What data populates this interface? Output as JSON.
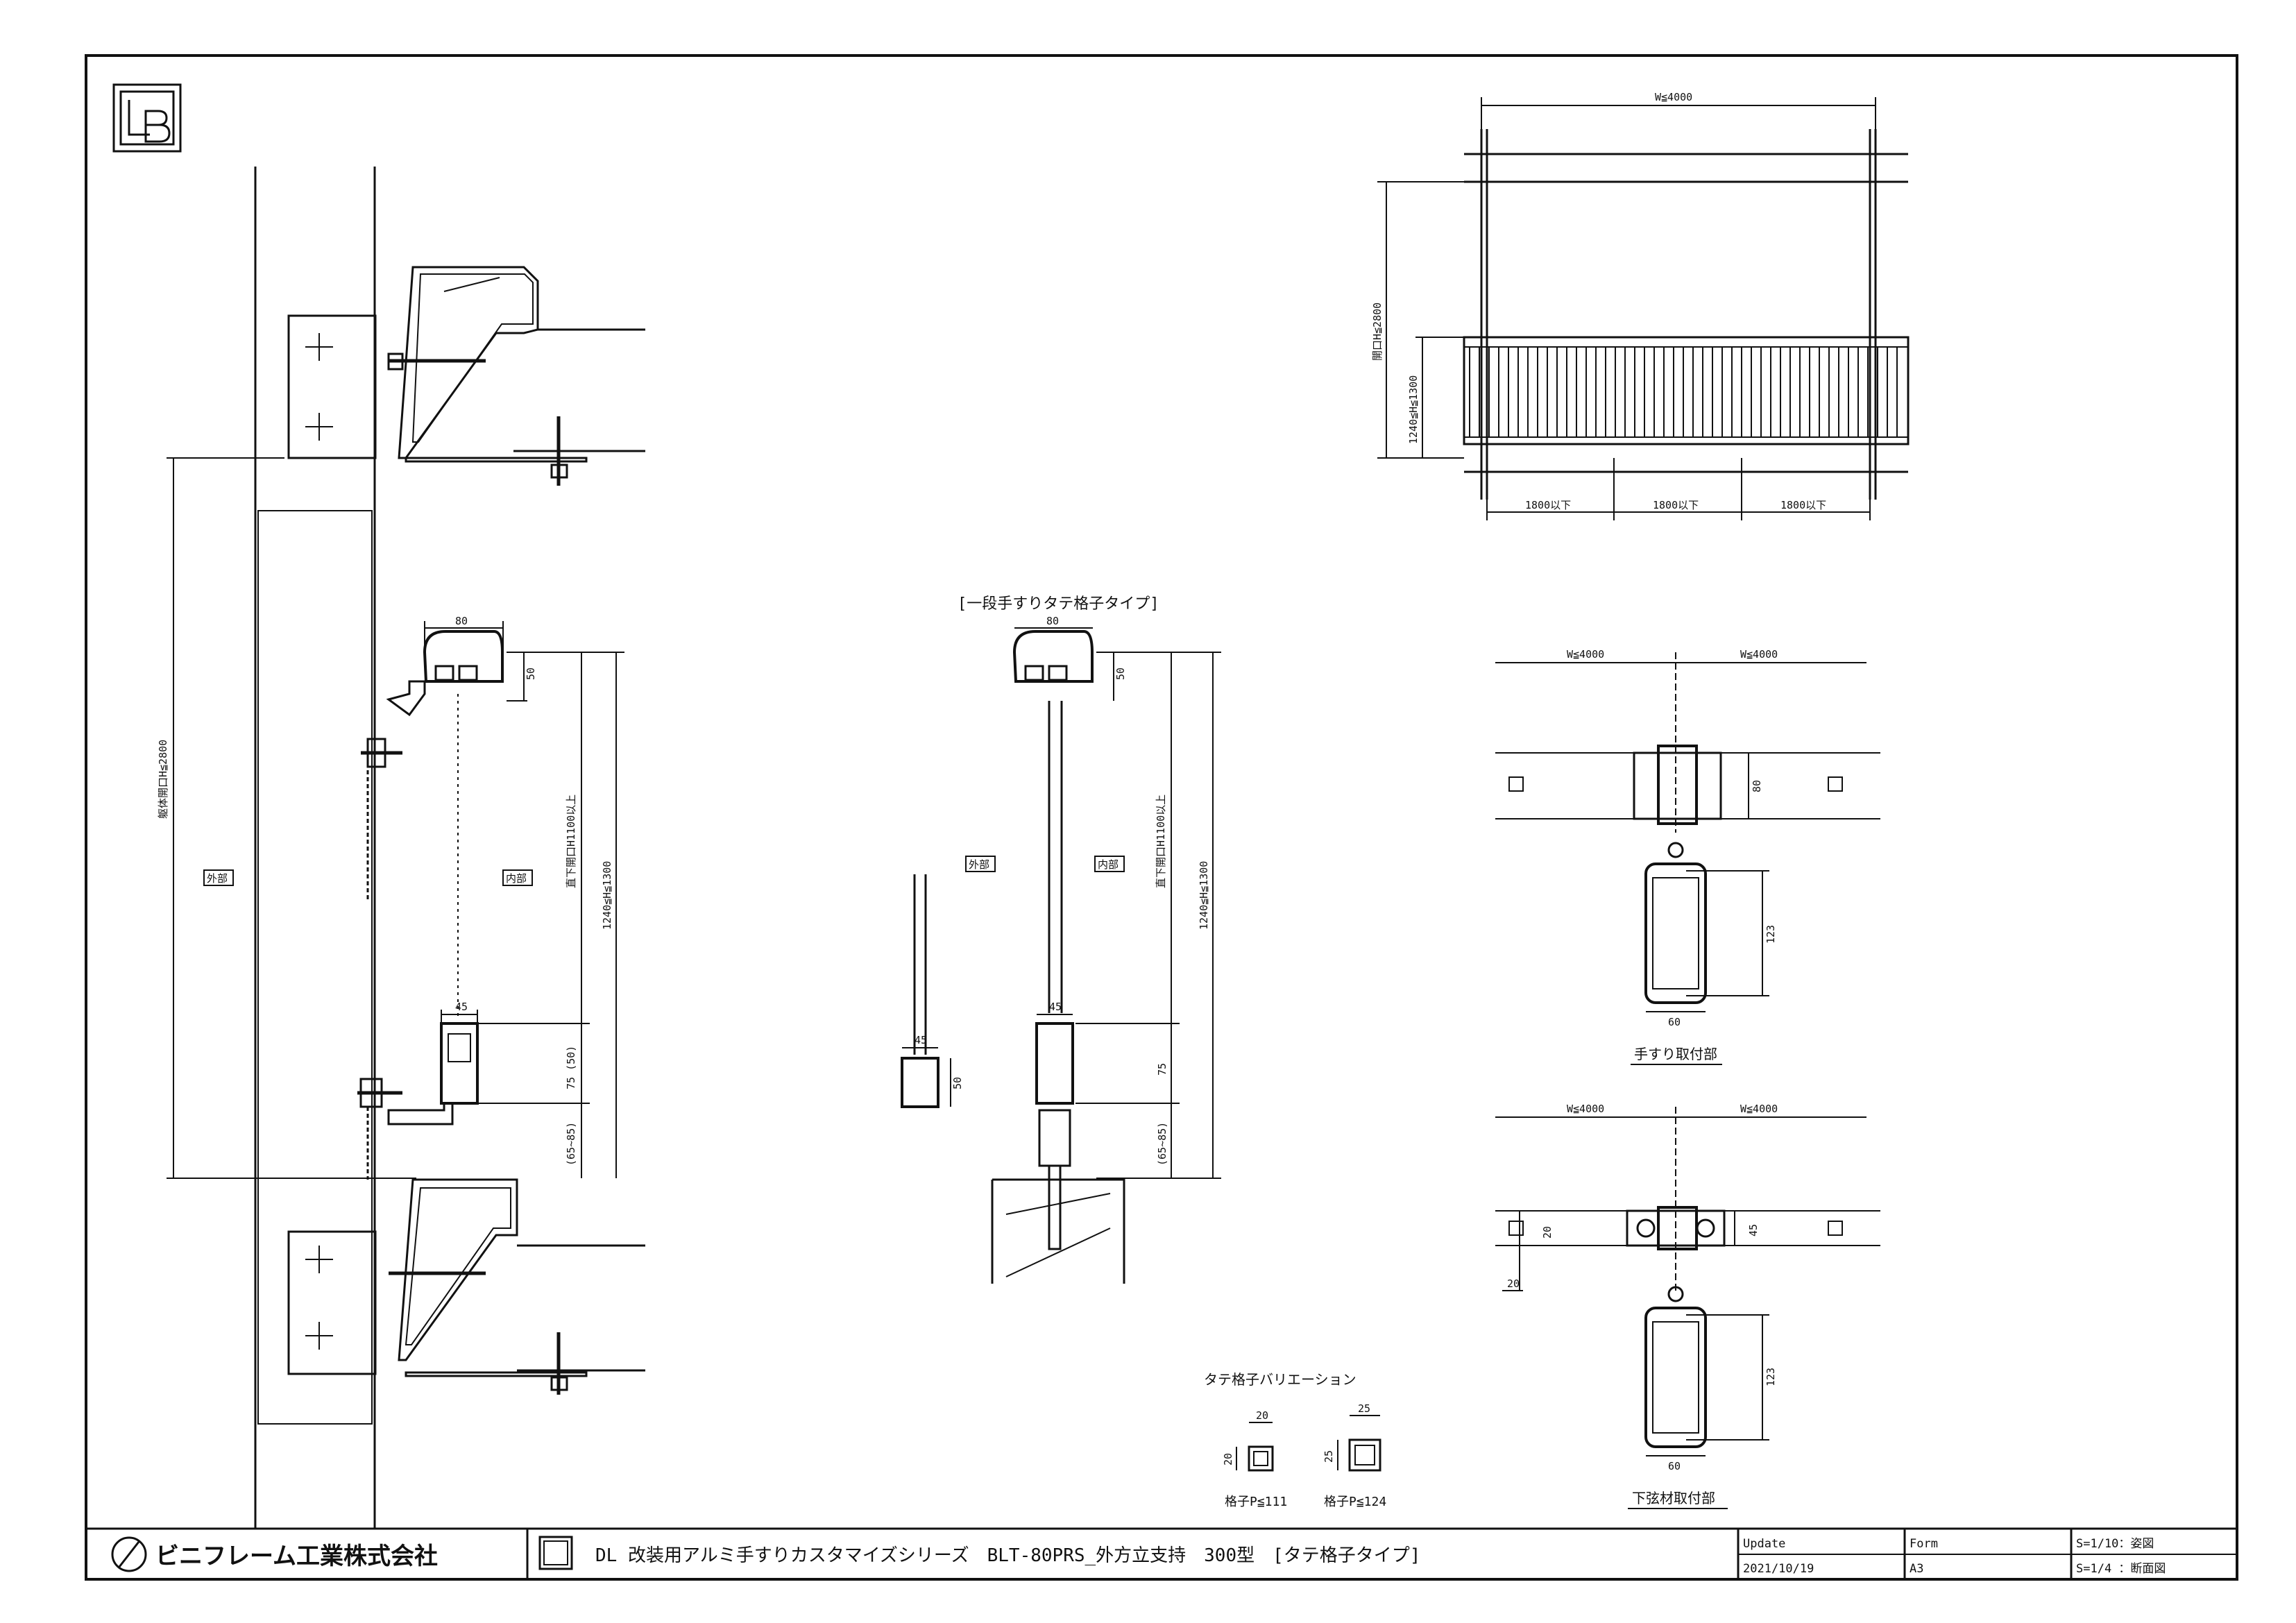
{
  "drawing": {
    "section_labels": {
      "exterior": "外部",
      "interior": "内部"
    },
    "main_section": {
      "opening_dim": "躯体開口H≦2800",
      "rail_width": "80",
      "rail_height": "50",
      "total_height": "1240≦H≦1300",
      "clear_height": "直下開口H1100以上",
      "lower_width": "45",
      "lower_height": "75 (50)",
      "bottom_gap": "(65~85)"
    },
    "single_stage": {
      "title": "[一段手すりタテ格子タイプ]",
      "rail_width": "80",
      "rail_height": "50",
      "total_height": "1240≦H≦1300",
      "clear_height": "直下開口H1100以上",
      "lower_width": "45",
      "lower_height": "75",
      "bottom_gap": "(65~85)",
      "var_width": "45",
      "var_height": "50"
    },
    "elevation": {
      "width_dim": "W≦4000",
      "opening_dim": "開口H≦2800",
      "height_dim": "1240≦H≦1300",
      "spacing": [
        "1800以下",
        "1800以下",
        "1800以下"
      ]
    },
    "handrail_detail": {
      "w_left": "W≦4000",
      "w_right": "W≦4000",
      "dim_80": "80",
      "dim_123": "123",
      "dim_60": "60",
      "caption": "手すり取付部"
    },
    "lower_chord_detail": {
      "w_left": "W≦4000",
      "w_right": "W≦4000",
      "dim_20a": "20",
      "dim_20b": "20",
      "dim_45": "45",
      "dim_123": "123",
      "dim_60": "60",
      "caption": "下弦材取付部"
    },
    "variations": {
      "title": "タテ格子バリエーション",
      "a_w": "20",
      "a_h": "20",
      "a_caption": "格子P≦111",
      "b_w": "25",
      "b_h": "25",
      "b_caption": "格子P≦124"
    }
  },
  "title_block": {
    "company_logo_text": "ビニフレーム工業株式会社",
    "title": "DL 改装用アルミ手すりカスタマイズシリーズ　BLT-80PRS_外方立支持　300型　[タテ格子タイプ]",
    "update_label": "Update",
    "update_value": "2021/10/19",
    "form_label": "Form",
    "form_value": "A3",
    "scale_1": "S=1/10：姿図",
    "scale_2": "S=1/4 ：断面図"
  }
}
